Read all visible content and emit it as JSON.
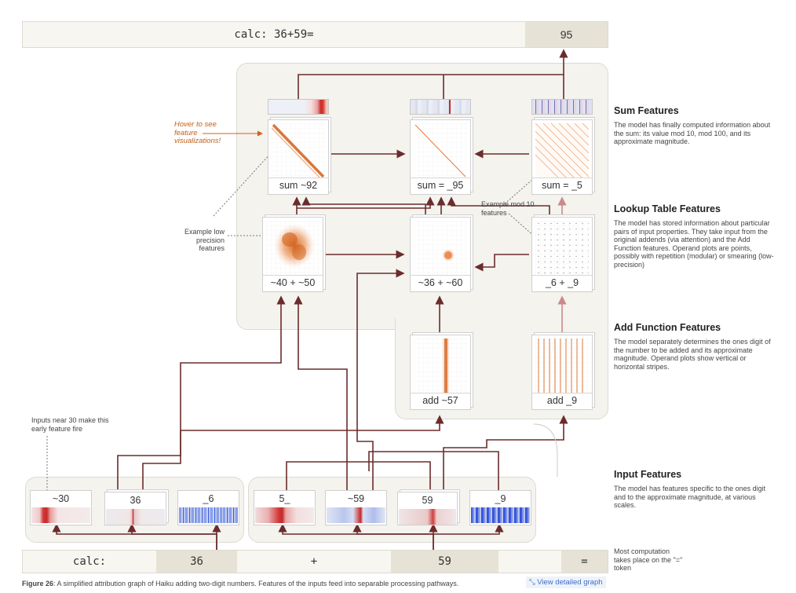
{
  "prompt": {
    "text": "calc: 36+59=",
    "answer": "95"
  },
  "bottom_tokens": [
    "calc:",
    "36",
    "+",
    "59",
    "="
  ],
  "nodes": {
    "sum_92": "sum ~92",
    "sum_95": "sum = _95",
    "sum_5": "sum = _5",
    "lookup_40_50": "~40 + ~50",
    "lookup_36_60": "~36 + ~60",
    "lookup_6_9": "_6 + _9",
    "add_57": "add ~57",
    "add_9": "add _9"
  },
  "inputs": {
    "in_30": "~30",
    "in_36": "36",
    "in_6": "_6",
    "in_5": "5_",
    "in_59a": "~59",
    "in_59b": "59",
    "in_9": "_9"
  },
  "annotations": {
    "hover": "Hover to see feature visualizations!",
    "low_precision": "Example low precision features",
    "mod10": "Example mod 10 features",
    "inputs_near_30": "Inputs near 30 make this early feature fire",
    "most_computation": "Most computation takes place on the \"=\" token"
  },
  "sections": [
    {
      "title": "Sum Features",
      "body": "The model has finally computed information about the sum: its value mod 10, mod 100, and its approximate magnitude."
    },
    {
      "title": "Lookup Table Features",
      "body": "The model has stored information about particular pairs of input properties. They take input from the original addends (via attention) and the Add Function features. Operand plots are points, possibly with repetition (modular) or smearing (low-precision)"
    },
    {
      "title": "Add Function Features",
      "body": "The model separately determines the ones digit of the number to be added and its approximate magnitude. Operand plots show vertical or horizontal stripes."
    },
    {
      "title": "Input Features",
      "body": "The model has features specific to the ones digit and to the approximate magnitude, at various scales."
    }
  ],
  "caption": {
    "label": "Figure 26",
    "text": ": A simplified attribution graph of Haiku adding two-digit numbers. Features of the inputs feed into separable processing pathways."
  },
  "link": {
    "icon": "expand-arrows-icon",
    "text": "View detailed graph"
  },
  "colors": {
    "panel": "#f4f3ee",
    "edge": "#6b2c2c",
    "edge_light": "#c98a8a",
    "orange": "#d2601a",
    "blue": "#3b5bdb",
    "red": "#c62828",
    "token_highlight": "#e7e2d6"
  }
}
